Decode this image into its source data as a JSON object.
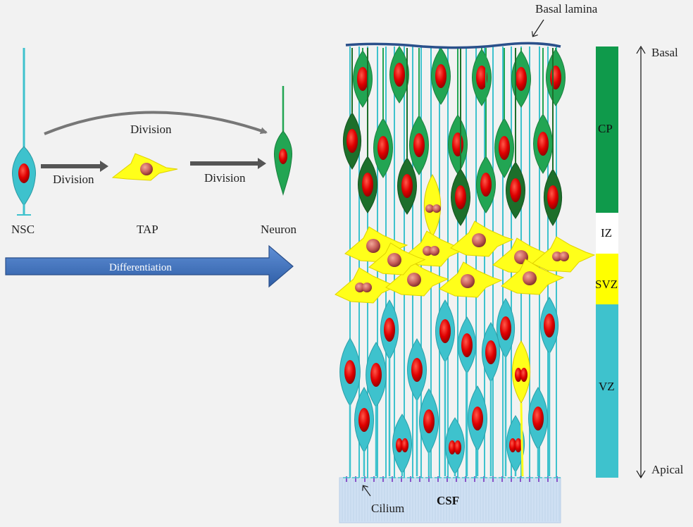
{
  "lineage": {
    "division_top": "Division",
    "division_left": "Division",
    "division_right": "Division",
    "nsc": "NSC",
    "tap": "TAP",
    "neuron": "Neuron",
    "differentiation": "Differentiation"
  },
  "cortex": {
    "basal_lamina": "Basal lamina",
    "cilium": "Cilium",
    "csf": "CSF"
  },
  "zones": {
    "items": [
      {
        "key": "cp",
        "label": "CP",
        "color": "#0f9a4b"
      },
      {
        "key": "iz",
        "label": "IZ",
        "color": "#ffffff"
      },
      {
        "key": "svz",
        "label": "SVZ",
        "color": "#ffff00"
      },
      {
        "key": "vz",
        "label": "VZ",
        "color": "#3ec2cd"
      }
    ],
    "basal": "Basal",
    "apical": "Apical"
  },
  "colors": {
    "nsc": "#3ec2cd",
    "tap": "#ffff1a",
    "neuron_light": "#22a553",
    "neuron_dark": "#1d6f2b",
    "nucleus": "#e00000",
    "tap_nucleus": "#c8605a",
    "arrow_blue": "#3e6eb5",
    "lamina": "#2a4f8a",
    "csf": "#cfe0f3"
  }
}
